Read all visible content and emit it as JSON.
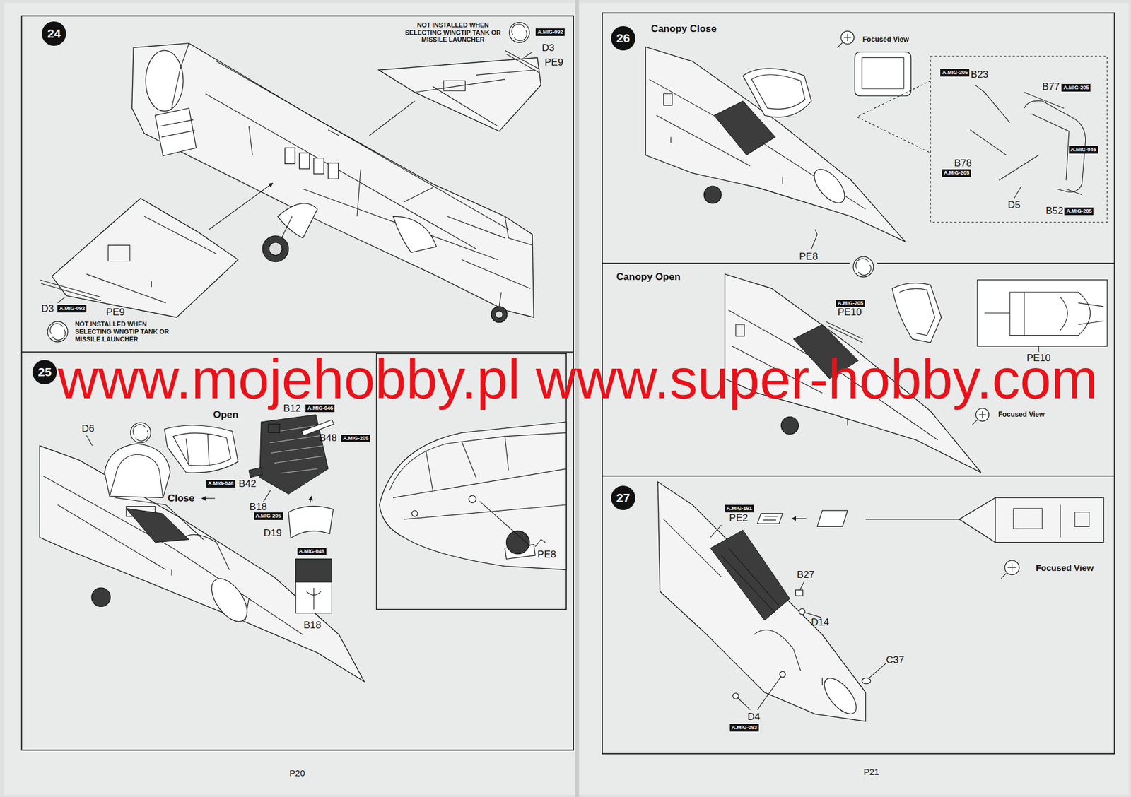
{
  "diagram": {
    "nodes": [
      {
        "text": [
          "24"
        ]
      },
      {
        "text": [
          "A.MIG-092"
        ]
      },
      {
        "text": [
          "A.MIG-092"
        ]
      },
      {
        "text": [
          "25"
        ]
      },
      {
        "text": [
          "A.MIG-046"
        ]
      },
      {
        "text": [
          "A.MIG-205"
        ]
      },
      {
        "text": [
          "A.MIG-046"
        ]
      },
      {
        "text": [
          "A.MIG-205"
        ]
      },
      {
        "text": [
          "A.MIG-046"
        ]
      },
      {
        "text": [
          "26"
        ]
      },
      {
        "text": [
          "A.MIG-205"
        ]
      },
      {
        "text": [
          "A.MIG-205"
        ]
      },
      {
        "text": [
          "A.MIG-046"
        ]
      },
      {
        "text": [
          "A.MIG-205"
        ]
      },
      {
        "text": [
          "A.MIG-205"
        ]
      },
      {
        "text": [
          "A.MIG-205"
        ]
      },
      {
        "text": [
          "27"
        ]
      },
      {
        "text": [
          "A.MIG-191"
        ]
      },
      {
        "text": [
          "A.MIG-093"
        ]
      }
    ],
    "labels": [
      "NOT INSTALLED WHEN SELECTING WINGTIP TANK OR MISSILE LAUNCHER",
      "D3",
      "PE9",
      "D3",
      "PE9",
      "NOT INSTALLED WHEN SELECTING WNGTIP TANK OR MISSILE LAUNCHER",
      "www.mojehobby.pl www.super-hobby.com",
      "B12",
      "Open",
      "D6",
      "B48",
      "B42",
      "Close",
      "B18",
      "D19",
      "PE8",
      "B18",
      "P20",
      "Canopy Close",
      "Focused View",
      "B23",
      "B77",
      "B78",
      "D5",
      "B52",
      "PE8",
      "Canopy Open",
      "PE10",
      "PE10",
      "Focused View",
      "PE2",
      "Focused View",
      "B27",
      "D14",
      "C37",
      "D4",
      "P21"
    ]
  }
}
